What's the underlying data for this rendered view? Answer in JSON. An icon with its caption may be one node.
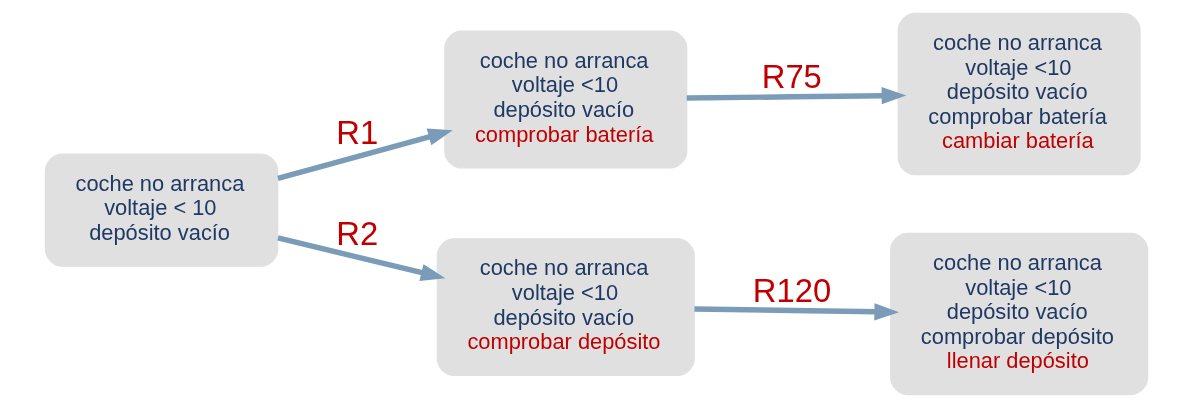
{
  "diagram": {
    "nodes": [
      {
        "text": [
          "coche no arranca",
          "voltaje < 10",
          "depósito vacío"
        ]
      },
      {
        "text": [
          "coche no arranca",
          "voltaje <10",
          "depósito vacío",
          "comprobar batería"
        ]
      },
      {
        "text": [
          "coche no arranca",
          "voltaje <10",
          "depósito vacío",
          "comprobar depósito"
        ]
      },
      {
        "text": [
          "coche no arranca",
          "voltaje <10",
          "depósito vacío",
          "comprobar batería",
          "cambiar batería"
        ]
      },
      {
        "text": [
          "coche no arranca",
          "voltaje <10",
          "depósito vacío",
          "comprobar depósito",
          "llenar depósito"
        ]
      }
    ],
    "edges": [
      {
        "from": 0,
        "to": 1,
        "arrow": "to",
        "label": "R1"
      },
      {
        "from": 0,
        "to": 2,
        "arrow": "to",
        "label": "R2"
      },
      {
        "from": 1,
        "to": 3,
        "arrow": "to",
        "label": "R75"
      },
      {
        "from": 2,
        "to": 4,
        "arrow": "to",
        "label": "R120"
      }
    ]
  }
}
